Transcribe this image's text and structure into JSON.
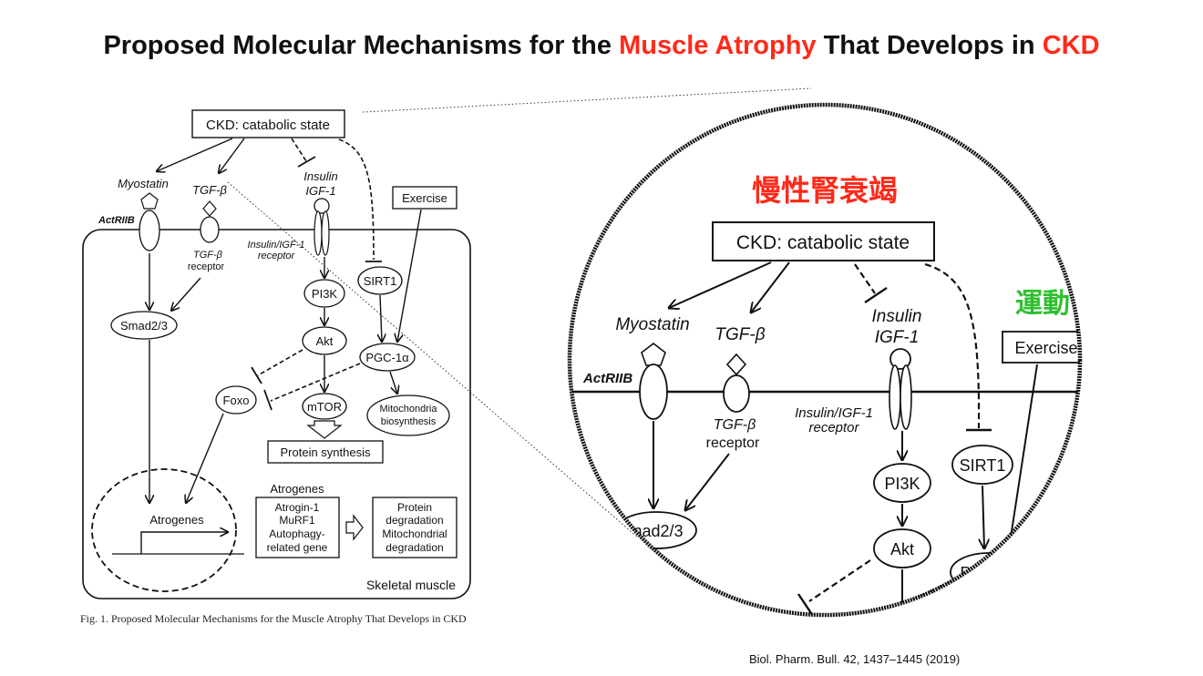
{
  "title": {
    "part1": "Proposed Molecular Mechanisms for the ",
    "highlight1": "Muscle Atrophy",
    "part2": " That Develops in ",
    "highlight2": "CKD"
  },
  "colors": {
    "highlight": "#ff2a1a",
    "exercise_zh": "#2ec02e"
  },
  "diagram": {
    "ckd_box": "CKD: catabolic state",
    "myostatin": "Myostatin",
    "tgfb": "TGF-β",
    "insulin": "Insulin",
    "igf1": "IGF-1",
    "exercise": "Exercise",
    "actriib": "ActRIIB",
    "tgfb_receptor_l1": "TGF-β",
    "tgfb_receptor_l2": "receptor",
    "insulin_receptor_l1": "Insulin/IGF-1",
    "insulin_receptor_l2": "receptor",
    "sirt1": "SIRT1",
    "pi3k": "PI3K",
    "smad": "Smad2/3",
    "akt": "Akt",
    "pgc": "PGC-1α",
    "foxo": "Foxo",
    "mtor": "mTOR",
    "mito_l1": "Mitochondria",
    "mito_l2": "biosynthesis",
    "protein_synthesis": "Protein synthesis",
    "atrogenes_heading": "Atrogenes",
    "atrogenes_list": [
      "Atrogin-1",
      "MuRF1",
      "Autophagy-",
      "related gene"
    ],
    "degradation_list": [
      "Protein",
      "degradation",
      "Mitochondrial",
      "degradation"
    ],
    "atrogenes_nucleus": "Atrogenes",
    "skeletal_muscle": "Skeletal muscle"
  },
  "caption": "Fig. 1.  Proposed Molecular Mechanisms for the Muscle Atrophy That Develops in CKD",
  "zoom": {
    "ckd_zh": "慢性腎衰竭",
    "exercise_zh": "運動",
    "ckd_box": "CKD: catabolic state",
    "myostatin": "Myostatin",
    "tgfb": "TGF-β",
    "insulin": "Insulin",
    "igf1": "IGF-1",
    "exercise": "Exercise",
    "actriib": "ActRIIB",
    "tgfb_receptor_l1": "TGF-β",
    "tgfb_receptor_l2": "receptor",
    "insulin_receptor_l1": "Insulin/IGF-1",
    "insulin_receptor_l2": "receptor",
    "sirt1": "SIRT1",
    "pi3k": "PI3K",
    "smad_partial": "nad2/3",
    "akt": "Akt",
    "pgc_partial": "PGC"
  },
  "citation": "Biol. Pharm. Bull. 42, 1437–1445 (2019)"
}
